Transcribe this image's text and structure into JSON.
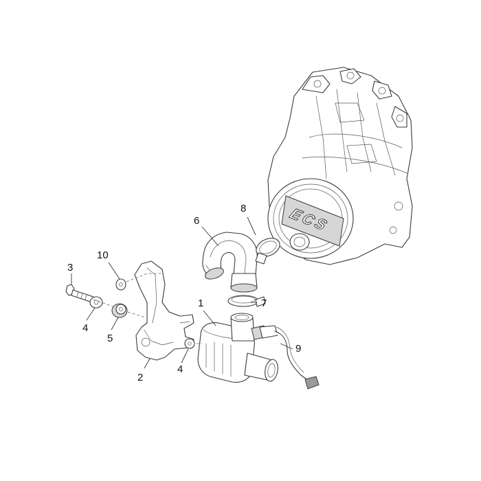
{
  "diagram": {
    "logo_text": "ECS",
    "callouts": [
      {
        "id": "1",
        "label": "1"
      },
      {
        "id": "2",
        "label": "2"
      },
      {
        "id": "3",
        "label": "3"
      },
      {
        "id": "4a",
        "label": "4"
      },
      {
        "id": "4b",
        "label": "4"
      },
      {
        "id": "5",
        "label": "5"
      },
      {
        "id": "6",
        "label": "6"
      },
      {
        "id": "7",
        "label": "7"
      },
      {
        "id": "8",
        "label": "8"
      },
      {
        "id": "9",
        "label": "9"
      },
      {
        "id": "10",
        "label": "10"
      }
    ]
  }
}
